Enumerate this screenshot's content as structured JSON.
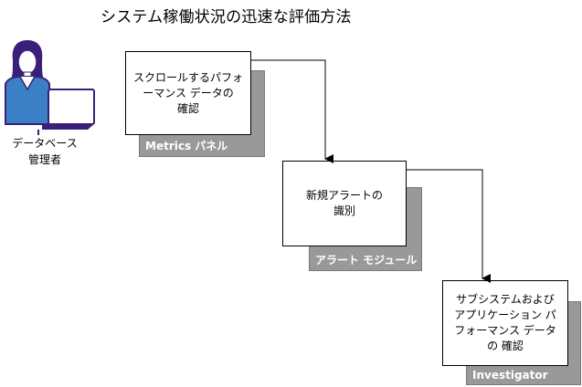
{
  "title": "システム稼働状況の迅速な評価方法",
  "person": {
    "label": "データベース\n管理者"
  },
  "steps": [
    {
      "text": "スクロールするパフォ\nーマンス データの\n確認",
      "tag": "Metrics パネル"
    },
    {
      "text": "新規アラートの\n識別",
      "tag": "アラート モジュール"
    },
    {
      "text": "サブシステムおよび\nアプリケーション パ\nフォーマンス データ\nの 確認",
      "tag": "Investigator"
    }
  ],
  "colors": {
    "shadow": "#999999",
    "person": "#3a1f7a",
    "accent": "#3b7fc4"
  }
}
